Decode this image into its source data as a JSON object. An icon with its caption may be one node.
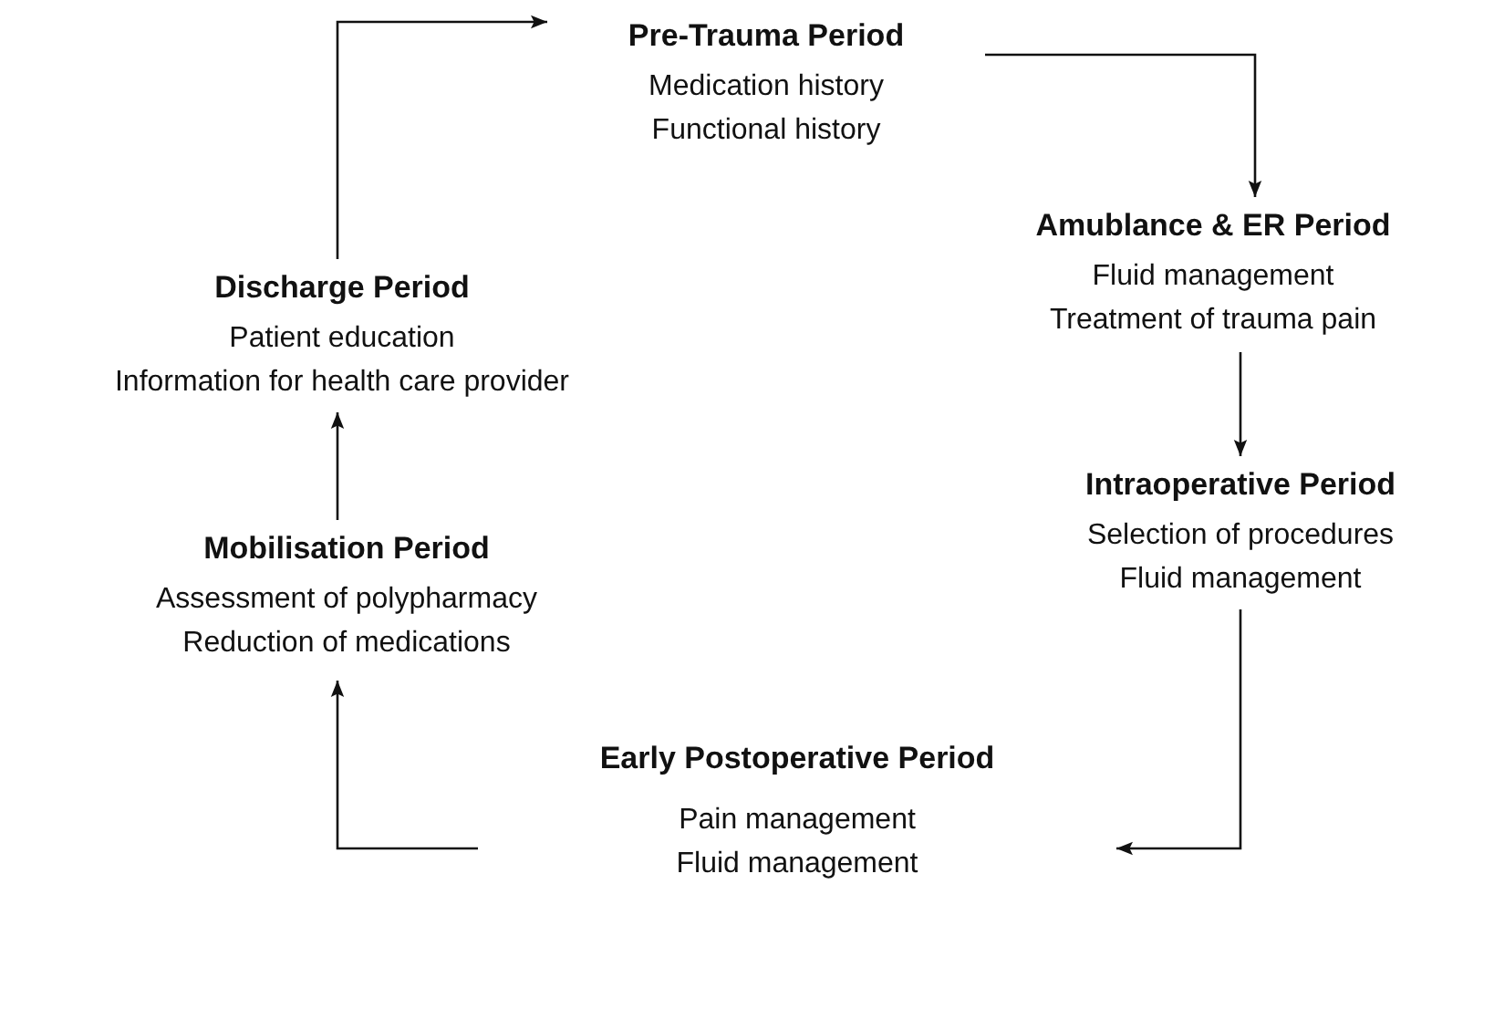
{
  "diagram": {
    "nodes": [
      {
        "text": [
          "Pre-Trauma Period",
          "Medication history",
          "Functional history"
        ]
      },
      {
        "text": [
          "Amublance & ER Period",
          "Fluid management",
          "Treatment of trauma pain"
        ]
      },
      {
        "text": [
          "Intraoperative Period",
          "Selection of procedures",
          "Fluid management"
        ]
      },
      {
        "text": [
          "Early Postoperative Period",
          "Pain management",
          "Fluid management"
        ]
      },
      {
        "text": [
          "Mobilisation Period",
          "Assessment of polypharmacy",
          "Reduction of medications"
        ]
      },
      {
        "text": [
          "Discharge Period",
          "Patient education",
          "Information for health care provider"
        ]
      }
    ],
    "edges": [
      {
        "from": 0,
        "to": 1,
        "arrow": "to"
      },
      {
        "from": 1,
        "to": 2,
        "arrow": "to"
      },
      {
        "from": 2,
        "to": 3,
        "arrow": "to"
      },
      {
        "from": 3,
        "to": 4,
        "arrow": "to"
      },
      {
        "from": 4,
        "to": 5,
        "arrow": "to"
      },
      {
        "from": 5,
        "to": 0,
        "arrow": "to"
      }
    ]
  }
}
